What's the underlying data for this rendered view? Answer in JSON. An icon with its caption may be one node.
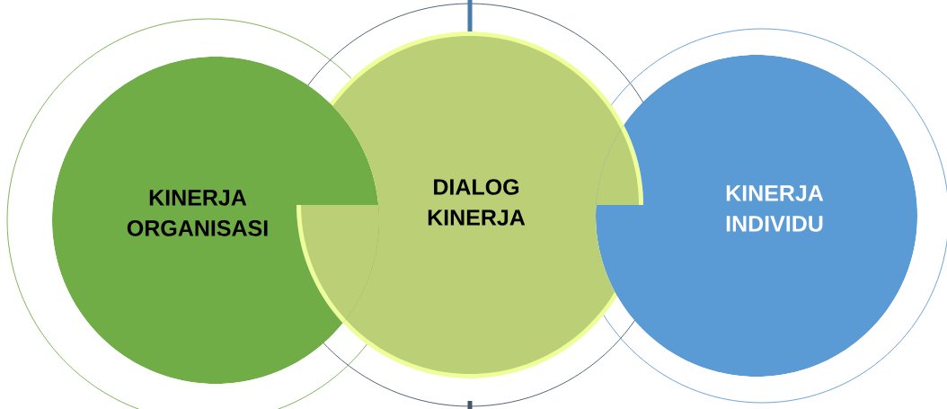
{
  "diagram": {
    "nodes": [
      {
        "text": [
          "KINERJA ORGANISASI"
        ]
      },
      {
        "text": [
          "DIALOG KINERJA"
        ]
      },
      {
        "text": [
          "KINERJA INDIVIDU"
        ]
      }
    ]
  }
}
